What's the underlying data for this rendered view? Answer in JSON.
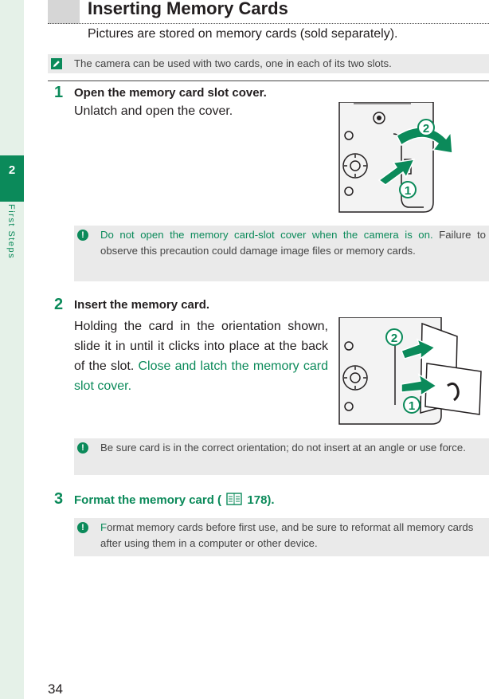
{
  "sidebar": {
    "chapter_number": "2",
    "chapter_label": "First Steps"
  },
  "page_number": "34",
  "heading": {
    "title": "Inserting Memory Cards",
    "intro": "Pictures are stored on memory cards (sold separately)."
  },
  "memo": {
    "text": "The camera can be used with two cards, one in each of its two slots."
  },
  "steps": [
    {
      "number": "1",
      "title": "Open the memory card slot cover.",
      "body": "Unlatch and open the cover.",
      "note": {
        "line1": "Do not open the memory card-slot cover when the camera is on.",
        "line2": "Failure to observe this precaution could damage image files or memory cards."
      },
      "figure": {
        "label_a": "1",
        "label_b": "2"
      }
    },
    {
      "number": "2",
      "title": "Insert the memory card.",
      "body_plain": "Holding the card in the orientation shown, slide it in until it clicks into place at the back of the slot.",
      "body_green": "Close and latch the memory card slot cover.",
      "note": {
        "text": "Be sure card is in the correct orientation; do not insert at an angle or use force."
      },
      "figure": {
        "label_a": "1",
        "label_b": "2"
      }
    },
    {
      "number": "3",
      "title": "Format the memory card (",
      "title_page": "178).",
      "note": {
        "first_letter": "F",
        "rest": "ormat memory cards before first use, and be sure to reformat all memory cards after using them in a computer or other device."
      }
    }
  ],
  "colors": {
    "accent": "#0b8a5a",
    "sidebar": "#e5f1e8",
    "note_bg": "#eaeaea"
  }
}
